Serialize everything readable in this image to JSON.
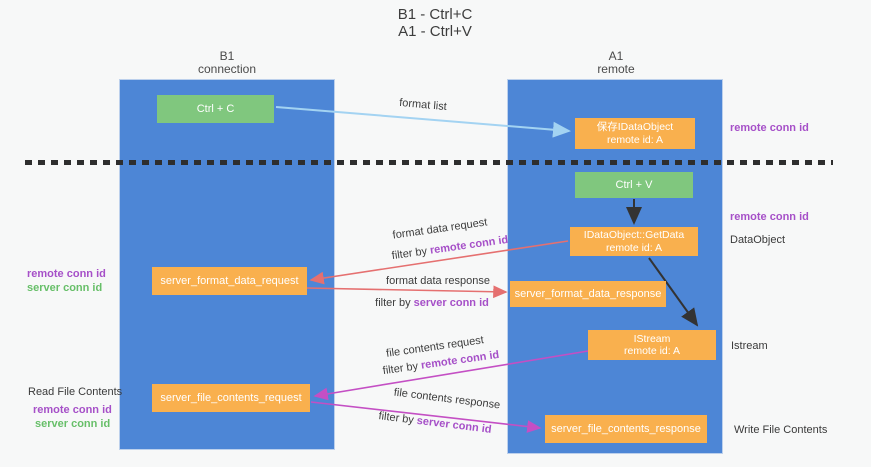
{
  "title": {
    "line1": "B1 - Ctrl+C",
    "line2": "A1 - Ctrl+V"
  },
  "lanes": {
    "left": {
      "title": "B1",
      "subtitle": "connection"
    },
    "right": {
      "title": "A1",
      "subtitle": "remote"
    }
  },
  "nodes": {
    "ctrl_c": "Ctrl + C",
    "save_idataobject_line1": "保存IDataObject",
    "save_idataobject_line2": "remote id: A",
    "ctrl_v": "Ctrl + V",
    "getdata_line1": "IDataObject::GetData",
    "getdata_line2": "remote id: A",
    "format_request": "server_format_data_request",
    "format_response": "server_format_data_response",
    "istream_line1": "IStream",
    "istream_line2": "remote id: A",
    "file_request": "server_file_contents_request",
    "file_response": "server_file_contents_response"
  },
  "edge_labels": {
    "format_list": "format list",
    "format_data_request": "format data request",
    "format_data_response": "format data response",
    "file_contents_request": "file contents request",
    "file_contents_response": "file contents response",
    "filter_prefix": "filter by ",
    "remote_conn_id": "remote conn id",
    "server_conn_id": "server conn id"
  },
  "annotations": {
    "remote_conn_id_top": "remote conn id",
    "remote_conn_id_mid": "remote conn id",
    "dataobject": "DataObject",
    "istream": "Istream",
    "write_file_contents": "Write File Contents",
    "left_remote_conn_id": "remote conn id",
    "left_server_conn_id": "server conn id",
    "read_file_contents": "Read File Contents",
    "read_remote_conn_id": "remote conn id",
    "read_server_conn_id": "server conn id"
  },
  "colors": {
    "lane_blue": "#4d86d6",
    "node_green": "#80c77e",
    "node_orange": "#f9b04e",
    "arrow_light_blue": "#a3d3f2",
    "arrow_red": "#e57070",
    "arrow_magenta": "#c44fc4",
    "arrow_black": "#333333",
    "text_purple": "#a650c8",
    "text_green": "#67bf69"
  }
}
